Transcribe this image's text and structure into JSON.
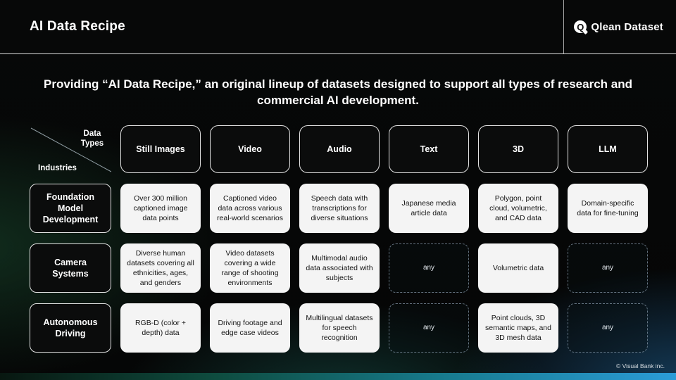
{
  "header": {
    "title": "AI Data Recipe",
    "brand": "Qlean Dataset",
    "brand_icon": "q-magnifier-icon"
  },
  "intro": {
    "text": "Providing “AI Data Recipe,” an original lineup of datasets designed to support all types of research and commercial AI development."
  },
  "matrix": {
    "corner_top": "Data Types",
    "corner_bottom": "Industries",
    "columns": [
      "Still Images",
      "Video",
      "Audio",
      "Text",
      "3D",
      "LLM"
    ],
    "rows": [
      {
        "label": "Foundation Model Development",
        "cells": [
          {
            "text": "Over 300 million captioned image data points",
            "type": "filled"
          },
          {
            "text": "Captioned video data across various real-world scenarios",
            "type": "filled"
          },
          {
            "text": "Speech data with transcriptions for diverse situations",
            "type": "filled"
          },
          {
            "text": "Japanese media article data",
            "type": "filled"
          },
          {
            "text": "Polygon, point cloud, volumetric, and CAD data",
            "type": "filled"
          },
          {
            "text": "Domain-specific data for fine-tuning",
            "type": "filled"
          }
        ]
      },
      {
        "label": "Camera Systems",
        "cells": [
          {
            "text": "Diverse human datasets covering all ethnicities, ages, and genders",
            "type": "filled"
          },
          {
            "text": "Video datasets covering a wide range of shooting environments",
            "type": "filled"
          },
          {
            "text": "Multimodal audio data associated with subjects",
            "type": "filled"
          },
          {
            "text": "any",
            "type": "any"
          },
          {
            "text": "Volumetric data",
            "type": "filled"
          },
          {
            "text": "any",
            "type": "any"
          }
        ]
      },
      {
        "label": "Autonomous Driving",
        "cells": [
          {
            "text": "RGB-D (color + depth) data",
            "type": "filled"
          },
          {
            "text": "Driving footage and edge case videos",
            "type": "filled"
          },
          {
            "text": "Multilingual datasets for speech recognition",
            "type": "filled"
          },
          {
            "text": "any",
            "type": "any"
          },
          {
            "text": "Point clouds, 3D semantic maps, and 3D mesh data",
            "type": "filled"
          },
          {
            "text": "any",
            "type": "any"
          }
        ]
      }
    ]
  },
  "footer": {
    "copyright": "© Visual Bank inc."
  },
  "colors": {
    "background": "#060707",
    "cell_background": "#f4f4f4",
    "box_border": "#e2e2e2",
    "bottom_band_left": "#0e4c3f",
    "bottom_band_right": "#2b9cd8"
  }
}
